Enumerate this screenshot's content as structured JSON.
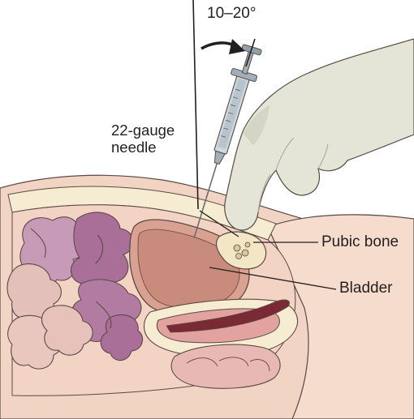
{
  "labels": {
    "angle": "10–20°",
    "needle_line1": "22-gauge",
    "needle_line2": "needle",
    "pubic_bone": "Pubic bone",
    "bladder": "Bladder"
  },
  "colors": {
    "skin": "#f2d4c5",
    "skin_shade": "#e7b9a6",
    "outline": "#5a4a45",
    "intestine": "#a96f98",
    "intestine_light": "#c79bb8",
    "bladder": "#c98b7c",
    "bladder_wall": "#d9a18f",
    "pubic_bone": "#f3e6c4",
    "fat": "#f6ecd2",
    "glove": "#e4e5d6",
    "glove_shade": "#c9cbb6",
    "syringe": "#b7c4cc",
    "uterus": "#e2a3a0",
    "rectum": "#e8b9b4",
    "ink": "#231f20"
  },
  "icons": {
    "angle_arrow": "curved-arrow-right-icon"
  }
}
